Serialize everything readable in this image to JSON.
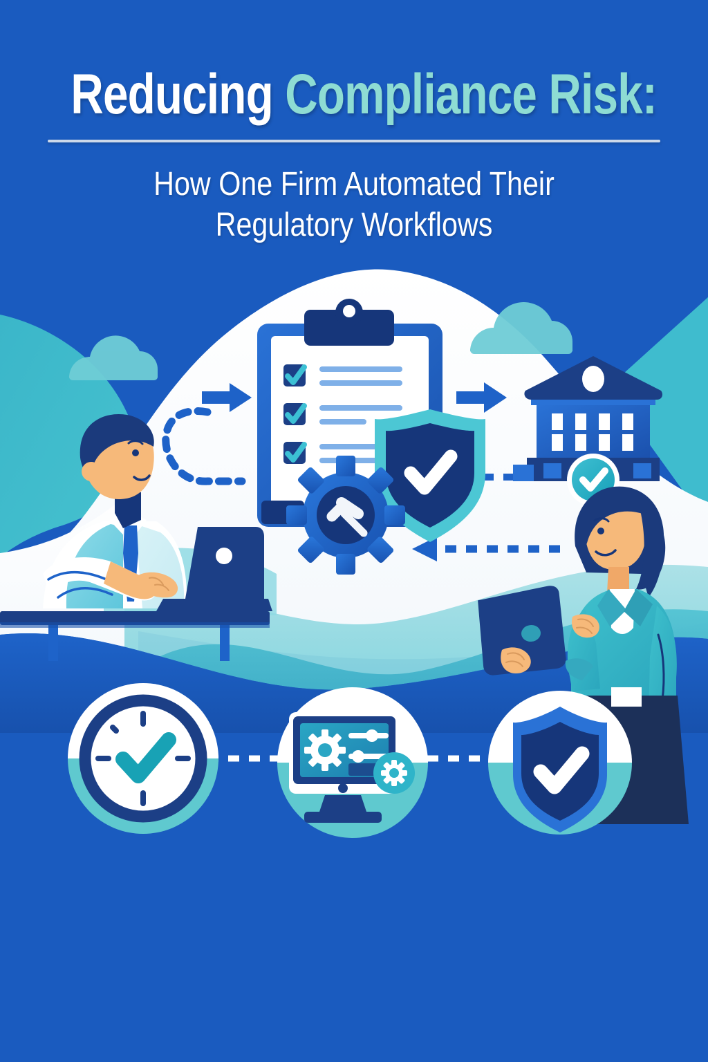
{
  "poster": {
    "title_part_1": "Reducing ",
    "title_part_2": "Compliance Risk:",
    "subtitle_line_1": "How One Firm Automated Their",
    "subtitle_line_2": "Regulatory Workflows",
    "colors": {
      "background_blue": "#1a5bbf",
      "deep_navy": "#16367a",
      "mid_blue": "#1d62c8",
      "teal": "#35b3c6",
      "light_teal": "#79d3d8",
      "pale_teal": "#8edcd3",
      "white": "#ffffff",
      "skin": "#f6b97a",
      "sky_teal": "#6fcdd6"
    }
  },
  "illustration": {
    "scene_label": "compliance-automation-scene",
    "left_person": {
      "name": "man-at-desk-with-laptop",
      "description": "Man in white shirt with light-teal vest and blue tie typing on a navy laptop at a blue desk"
    },
    "right_person": {
      "name": "woman-with-tablet",
      "description": "Woman in teal blazer and navy skirt holding a navy tablet"
    },
    "center_icons": [
      {
        "name": "clipboard-checklist-icon",
        "label": "Clipboard with three checked items"
      },
      {
        "name": "shield-check-icon",
        "label": "Teal shield with white checkmark"
      },
      {
        "name": "gear-gavel-icon",
        "label": "Blue gear containing a white gavel"
      },
      {
        "name": "bank-building-icon",
        "label": "Regulatory institution building with check badge"
      },
      {
        "name": "cloud-icon",
        "label": "Teal cloud"
      }
    ],
    "flow_arrows": [
      {
        "name": "arrow-dashed-loop-left",
        "direction": "right",
        "style": "dashed"
      },
      {
        "name": "arrow-solid-left-to-clipboard",
        "direction": "right",
        "style": "solid"
      },
      {
        "name": "arrow-solid-clipboard-to-bank",
        "direction": "right",
        "style": "solid"
      },
      {
        "name": "arrow-dashed-bank-to-gear",
        "direction": "left",
        "style": "dashed"
      },
      {
        "name": "arrow-dashed-right-return",
        "direction": "left",
        "style": "dashed"
      }
    ],
    "bottom_badges": [
      {
        "name": "badge-clock-check",
        "icon": "clock-check-icon",
        "label": "Time saved / on-time compliance"
      },
      {
        "name": "badge-monitor-settings",
        "icon": "monitor-settings-icon",
        "label": "Automated workflow controls"
      },
      {
        "name": "badge-shield-check",
        "icon": "shield-check-icon",
        "label": "Risk protection verified"
      }
    ],
    "bottom_connectors": [
      {
        "name": "connector-dashes-left",
        "style": "dashed-white"
      },
      {
        "name": "connector-dashes-right",
        "style": "dashed-white"
      }
    ]
  }
}
